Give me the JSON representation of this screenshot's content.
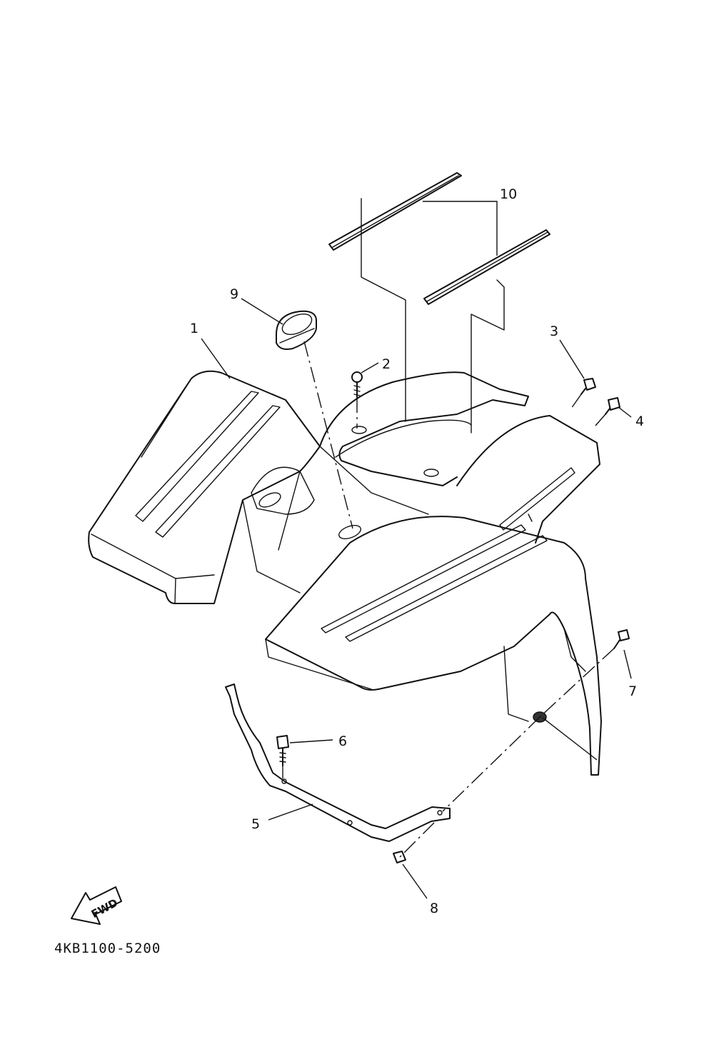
{
  "diagram": {
    "code": "4KB1100-5200",
    "direction_label": "FWD",
    "callouts": [
      {
        "id": "1",
        "text": "1"
      },
      {
        "id": "2",
        "text": "2"
      },
      {
        "id": "3",
        "text": "3"
      },
      {
        "id": "4",
        "text": "4"
      },
      {
        "id": "5",
        "text": "5"
      },
      {
        "id": "6",
        "text": "6"
      },
      {
        "id": "7",
        "text": "7"
      },
      {
        "id": "8",
        "text": "8"
      },
      {
        "id": "9",
        "text": "9"
      },
      {
        "id": "10",
        "text": "10"
      }
    ]
  }
}
